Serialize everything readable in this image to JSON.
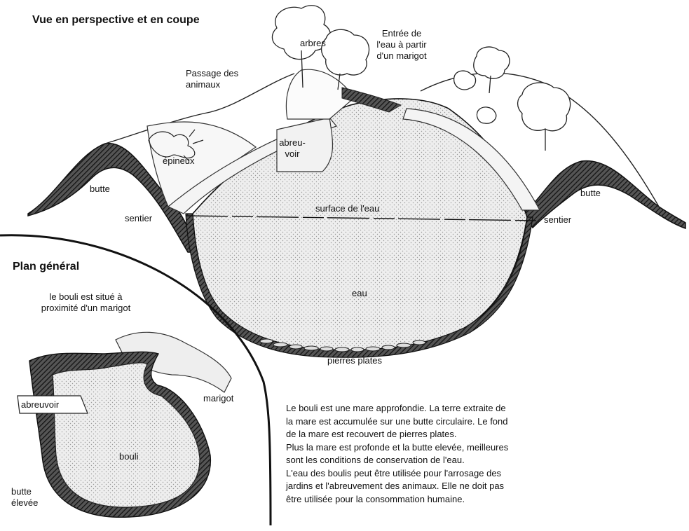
{
  "titles": {
    "perspective": "Vue en perspective et en coupe",
    "plan": "Plan général"
  },
  "section_labels": {
    "arbres": "arbres",
    "entree_1": "Entrée de",
    "entree_2": "l'eau à partir",
    "entree_3": "d'un marigot",
    "passage_1": "Passage des",
    "passage_2": "animaux",
    "abreuvoir_1": "abreu-",
    "abreuvoir_2": "voir",
    "epineux": "épineux",
    "butte_left": "butte",
    "butte_right": "butte",
    "sentier_left": "sentier",
    "sentier_right": "sentier",
    "surface": "surface de l'eau",
    "eau": "eau",
    "pierres": "pierres plates"
  },
  "plan_labels": {
    "situe_1": "le bouli est situé à",
    "situe_2": "proximité d'un marigot",
    "abreuvoir": "abreuvoir",
    "marigot": "marigot",
    "bouli": "bouli",
    "butte_1": "butte",
    "butte_2": "élevée"
  },
  "caption": [
    "Le bouli est une mare approfondie. La terre extraite de",
    "la mare est accumulée sur une butte circulaire. Le fond",
    "de la mare est recouvert de pierres plates.",
    "Plus la mare est profonde et la butte elevée, meilleures",
    "sont les conditions de conservation de l'eau.",
    "L'eau des boulis peut être utilisée pour l'arrosage des",
    "jardins et l'abreuvement des animaux. Elle ne doit pas",
    "être utilisée pour la consommation humaine."
  ]
}
